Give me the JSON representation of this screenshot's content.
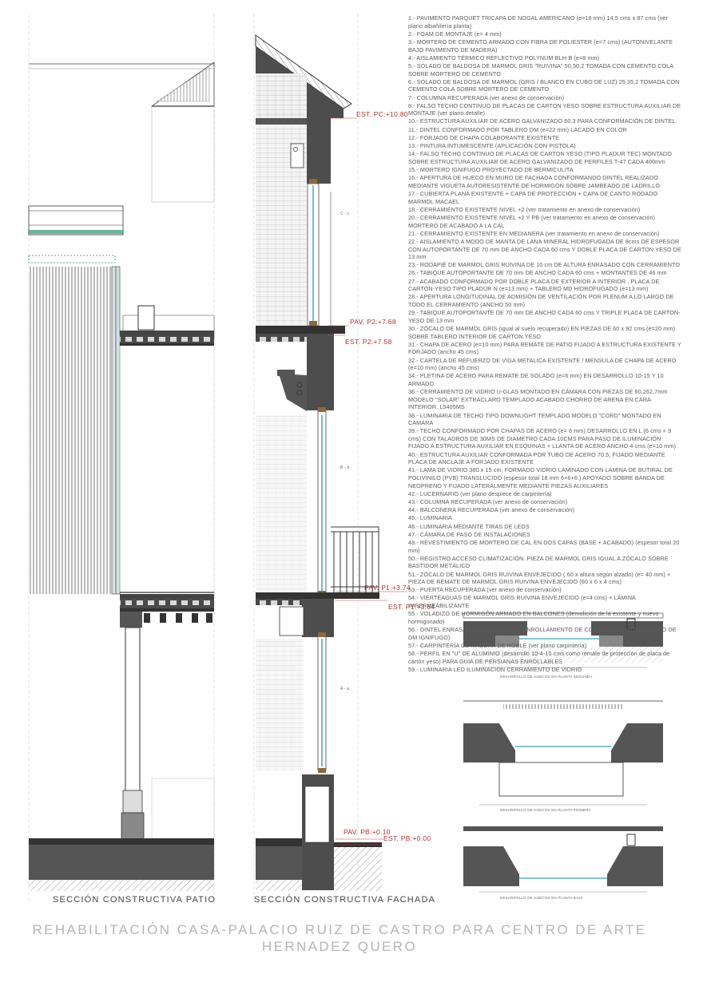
{
  "sheet": {
    "caption_patio": "SECCIÓN CONSTRUCTIVA PATIO",
    "caption_fachada": "SECCIÓN CONSTRUCTIVA FACHADA",
    "project_title_line1": "REHABILITACIÓN CASA-PALACIO RUIZ DE CASTRO PARA CENTRO DE ARTE",
    "project_title_line2": "HERNADEZ QUERO"
  },
  "levels": {
    "est_pc": "EST. PC:+10.80",
    "pav_p2": "PAV. P2:+7.68",
    "est_p2": "EST. P2:+7.58",
    "pav_p1": "PAV. P1:+3.74",
    "est_p1": "EST. P1:+3.64",
    "pav_pb": "PAV. PB:+0.10",
    "est_pb": "EST. PB:+0.00"
  },
  "section_marks": {
    "c": "C - c",
    "b": "B - b",
    "a": "A - a"
  },
  "details": {
    "c": "DESARROLLO DE HUECOS EN PLANTA SEGUNDA",
    "b": "DESARROLLO DE HUECOS EN PLANTA PRIMERA",
    "a": "DESARROLLO DE HUECOS EN PLANTA BAJA"
  },
  "legend": [
    "1.- PAVIMENTO PARQUET TRICAPA DE NOGAL AMERICANO (e=16 mm) 14,5 cms x 87 cms (ver plano albañilería planta)",
    "2.- FOAM DE MONTAJE (e= 4 mm)",
    "3.- MORTERO DE CEMENTO ARMADO CON FIBRA DE POLIESTER (e=7 cms) (AUTONIVELANTE BAJO PAVIMENTO DE MADERA)",
    "4.- AISLAMIENTO TÉRMICO REFLECTIVO POLYNUM BLH-B (e=8 mm)",
    "5.- SOLADO DE BALDOSA DE MARMOL GRIS \"RUIVINA\" 50,50,2 TOMADA CON CEMENTO COLA SOBRE MORTERO DE CEMENTO",
    "6.- SOLADO DE BALDOSA DE MARMOL (GRIS / BLANCO EN CUBO DE LUZ) 25,35,2 TOMADA CON CEMENTO COLA SOBRE MORTERO DE CEMENTO",
    "7.- COLUMNA RECUPERADA (ver anexo de conservación)",
    "8.- FALSO TECHO CONTINUO DE PLACAS DE CARTON YESO SOBRE ESTRUCTURA AUXILIAR DE MONTAJE (ver plano detalle)",
    "10.- ESTRUCTURA AUXILIAR DE ACERO GALVANIZADO 60.3 PARA CONFORMACIÓN DE DINTEL",
    "11.- DINTEL CONFORMADO POR TABLERO DM (e=22 mm) LACADO EN COLOR",
    "12.- FORJADO DE CHAPA COLABORANTE EXISTENTE",
    "13.- PINTURA INTUMESCENTE (APLICACIÓN CON PISTOLA)",
    "14.- FALSO TECHO CONTINUO DE PLACAS DE CARTON YESO (TIPO PLADUR TEC) MONTADO SOBRE ESTRUCTURA AUXILIAR DE ACERO GALVANIZADO DE PERFILES T-47 CADA 400mm",
    "15.- MORTERO IGNIFUGO PROYECTADO DE BERMICULITA",
    "16.- APERTURA DE HUECO EN MURO DE FACHADA CONFORMANDO DINTEL REALIZADO MEDIANTE VIGUETA AUTORESISTENTE DE HORMIGÓN SOBRE JAMBEADO DE LADRILLO",
    "17.- CUBIERTA PLANA EXISTENTE + CAPA DE PROTECCIÓN + CAPA DE CANTO RODADO MARMOL MACAEL",
    "18.- CERRAMIENTO EXISTENTE NIVEL +2 (ver tratamiento en anexo de conservación)",
    "20.- CERRAMIENTO EXISTENTE NIVEL +2 Y PB (ver tratamiento en anexo de conservación) MORTERO DE ACABADO A LA CAL",
    "21.- CERRAMIENTO EXISTENTE EN MEDIANERA (ver tratamiento en anexo de conservación)",
    "22.- AISLAMIENTO A MODO DE MANTA DE LANA MINERAL HIDROFUGADA DE 8cms DE ESPESOR CON AUTOPORTANTE DE 70 mm DE ANCHO CADA 60 cms Y DOBLE PLACA DE CARTON YESO DE 13 mm",
    "23.- RODAPIÉ DE MARMOL GRIS RUIVINA DE 10 cm DE ALTURA ENRASADO CON CERRAMIENTO",
    "26.- TABIQUE AUTOPORTANTE DE 70 mm DE ANCHO CADA 60 cms + MONTANTES DE 46 mm",
    "27.- ACABADO CONFORMADO POR DOBLE PLACA DE EXTERIOR A INTERIOR , PLACA DE CARTON-YESO TIPO PLADUR N (e=13 mm) + TABLERO MD HIDROFUGADO (e=13 mm)",
    "28.- APERTURA LONGITUDINAL DE ADMISIÓN DE VENTILACIÓN POR PLENUM A LO LARGO DE TODO EL CERRAMIENTO (ANCHO 50 mm)",
    "29.- TABIQUE AUTOPORTANTE DE 70 mm DE ANCHO CADA 60 cms Y TRIPLE PLACA DE CARTON-YESO DE 13 mm",
    "30.- ZÓCALO DE MARMOL GRIS (igual al suelo recuperado) EN PIEZAS DE 60 x 92 cms (e=20 mm) SOBRE TABLERO INTERIOR DE CARTON YESO",
    "31.- CHAPA DE ACERO (e=10 mm) PARA REMATE DE PATIO FIJADO A ESTRUCTURA EXISTENTE Y FORJADO (ancho 45 cms)",
    "32.- CARTELA DE REFUERZO DE VIGA METALICA EXISTENTE / MENSULA DE CHAPA DE ACERO (e=10 mm) (ancho 45 cms)",
    "34.- PLETINA DE ACERO PARA REMATE DE SOLADO (e=6 mm) EN DESARROLLO 10-15 Y 10 ARMADO",
    "36.- CERRAMIENTO DE VIDRIO U-GLAS MONTADO EN CÁMARA CON PIEZAS DE 60,262,7mm MODELO \"SOLAR\" EXTRACLARO TEMPLADO ACABADO CHORRO DE ARENA EN CARA INTERIOR. L5405MS",
    "38.- LUMINARIA DE TECHO TIPO DOWNLIGHT TEMPLADO MODELO \"CORD\" MONTADO EN CAMARA",
    "39.- TECHO CONFORMADO POR CHAPAS DE ACERO (e= 6 mm) DESARROLLO EN L (6 cms + 9 cms) CON TALADROS DE 30MS DE DIAMETRO CADA 10CMS PARA PASO DE ILUMINACIÓN FIJADO A ESTRUCTURA AUXILIAR EN ESQUINAS + LLANTA DE ACERO ANCHO 4 cms (e=10 mm)",
    "40.- ESTRUCTURA AUXILIAR CONFORMADA POR TUBO DE ACERO 70.5, FIJADO MEDIANTE PLACA DE ANCLAJE A FORJADO EXISTENTE",
    "41.- LAMA DE VIDRIO 380 x 15 cm, FORMADO VIDRIO LAMINADO CON LAMINA DE BUTIRAL DE POLIVINILO (PVB) TRANSLUCIDO (espesor total 18 mm 6+6+6.) APOYADO SOBRE BANDA DE NEOPRENO Y FIJADO LATERALMENTE MEDIANTE PIEZAS AUXILIARES",
    "42.- LUCERNARIO (ver plano despiece de carpintería)",
    "43.- COLUMNA RECUPERADA (ver anexo de conservación)",
    "44.- BALCONERA RECUPERADA (ver anexo de conservación)",
    "45.- LUMINARIA",
    "46.- LUMINARIA MEDIANTE TIRAS DE LEDS",
    "47.- CÁMARA DE PASO DE INSTALACIONES",
    "48.- REVESTIMIENTO DE MORTERO DE CAL EN DOS CAPAS (BASE + ACABADO) (espesor total 20 mm)",
    "50.- REGISTRO ACCESO CLIMATIZACIÓN. PIEZA DE MARMOL GRIS IGUAL A ZÓCALO SOBRE BASTIDOR METÁLICO",
    "51.- ZÓCALO DE MARMOL GRIS RUIVINA ENVEJECIDO ( 60 x altura según alzado) (e= 40 mm) + PIEZA DE REMATE DE MARMOL GRIS RUIVINA ENVEJECIDO (60 x 6 x 4 cms)",
    "53.- PUERTA RECUPERADA (ver anexo de conservación)",
    "54.- VIERTEAGUAS DE MARMOL GRIS RUIVINA ENVEJECIDO (e=4 cms) + LÁMINA IMPERMEABILIZANTE",
    "55.- VOLADIZO DE HORMIGÓN ARMADO EN BALCONES (demolición de la existente y nuevo hormigonado)",
    "56.- DINTEL ENRASADO PARA OCULTAR ENROLLAMIENTO DE CORTINAS (DOBLE TABLERO DE DM IGNIFUGO)",
    "57.- CARPINTERÍA DE MADERA DE ROBLE (ver plano carpintería)",
    "58.- PERFIL EN \"U\" DE ALUMINIO (desarrollo 10-4-10 cms como remate de protección de placa de cartón yeso) PARA GUIA DE PERSIANAS ENROLLABLES",
    "59.- LUMINARIA LED ILUMINACION CERRAMIENTO DE VIDRIO"
  ]
}
